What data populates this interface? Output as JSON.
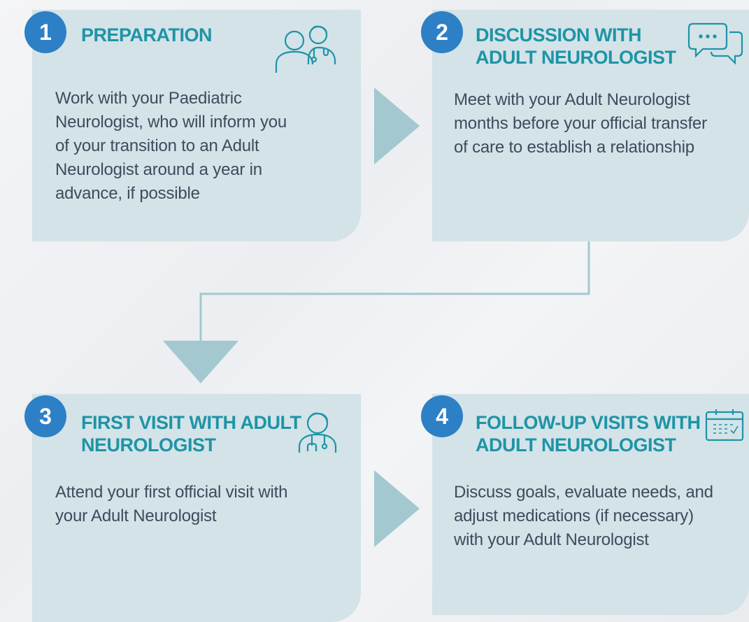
{
  "steps": [
    {
      "number": "1",
      "title_lines": [
        "PREPARATION"
      ],
      "body_lines": [
        "Work with your Paediatric",
        "Neurologist, who will inform you",
        "of your transition to an Adult",
        "Neurologist around a year in",
        "advance, if possible"
      ],
      "icon": "patient-doctor-icon"
    },
    {
      "number": "2",
      "title_lines": [
        "DISCUSSION WITH",
        "ADULT NEUROLOGIST"
      ],
      "body_lines": [
        "Meet with your Adult Neurologist",
        "months before your official transfer",
        "of care to establish a relationship"
      ],
      "icon": "chat-bubbles-icon"
    },
    {
      "number": "3",
      "title_lines": [
        "FIRST VISIT WITH ADULT",
        "NEUROLOGIST"
      ],
      "body_lines": [
        "Attend your first official visit with",
        "your Adult Neurologist"
      ],
      "icon": "doctor-icon"
    },
    {
      "number": "4",
      "title_lines": [
        "FOLLOW-UP VISITS WITH",
        "ADULT NEUROLOGIST"
      ],
      "body_lines": [
        "Discuss goals, evaluate needs, and",
        "adjust medications (if necessary)",
        "with your Adult Neurologist"
      ],
      "icon": "calendar-icon"
    }
  ],
  "colors": {
    "card": "#d3e3e8",
    "title": "#1e94a6",
    "badge": "#2d80c5",
    "arrow": "#a3c8d0",
    "body_text": "#3b4d5c"
  }
}
